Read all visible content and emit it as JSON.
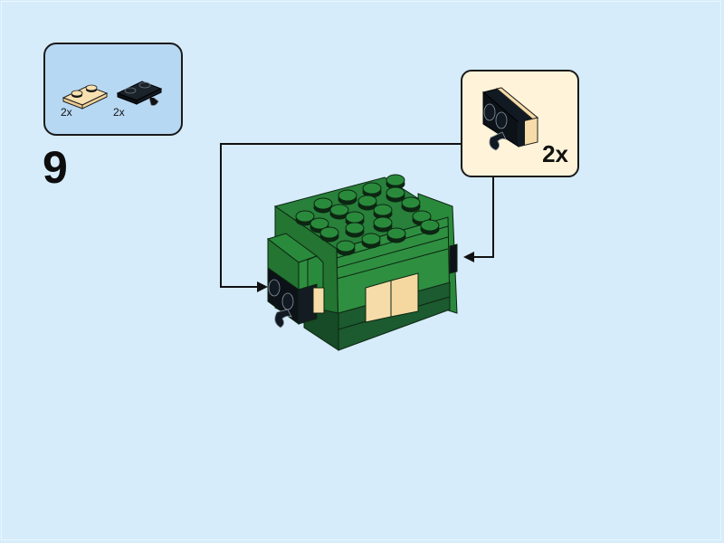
{
  "page": {
    "background": "#d6ecfb"
  },
  "parts_list": {
    "background": "#b7d8f3",
    "items": [
      {
        "name": "tan 1x2 plate",
        "color": "#f6dca8",
        "quantity": "2x"
      },
      {
        "name": "black 1x2 plate with clip",
        "color": "#111a22",
        "quantity": "2x"
      }
    ]
  },
  "step": {
    "number": "9"
  },
  "callout": {
    "background": "#fff3d9",
    "quantity": "2x",
    "assembly": "black 1x2 plate with clip attached to tan plate"
  },
  "model": {
    "name": "green brick model",
    "colors": {
      "green": "#2e8a3e",
      "dark_green": "#1c5a2f",
      "tan": "#f6dca8",
      "black": "#101820"
    }
  }
}
